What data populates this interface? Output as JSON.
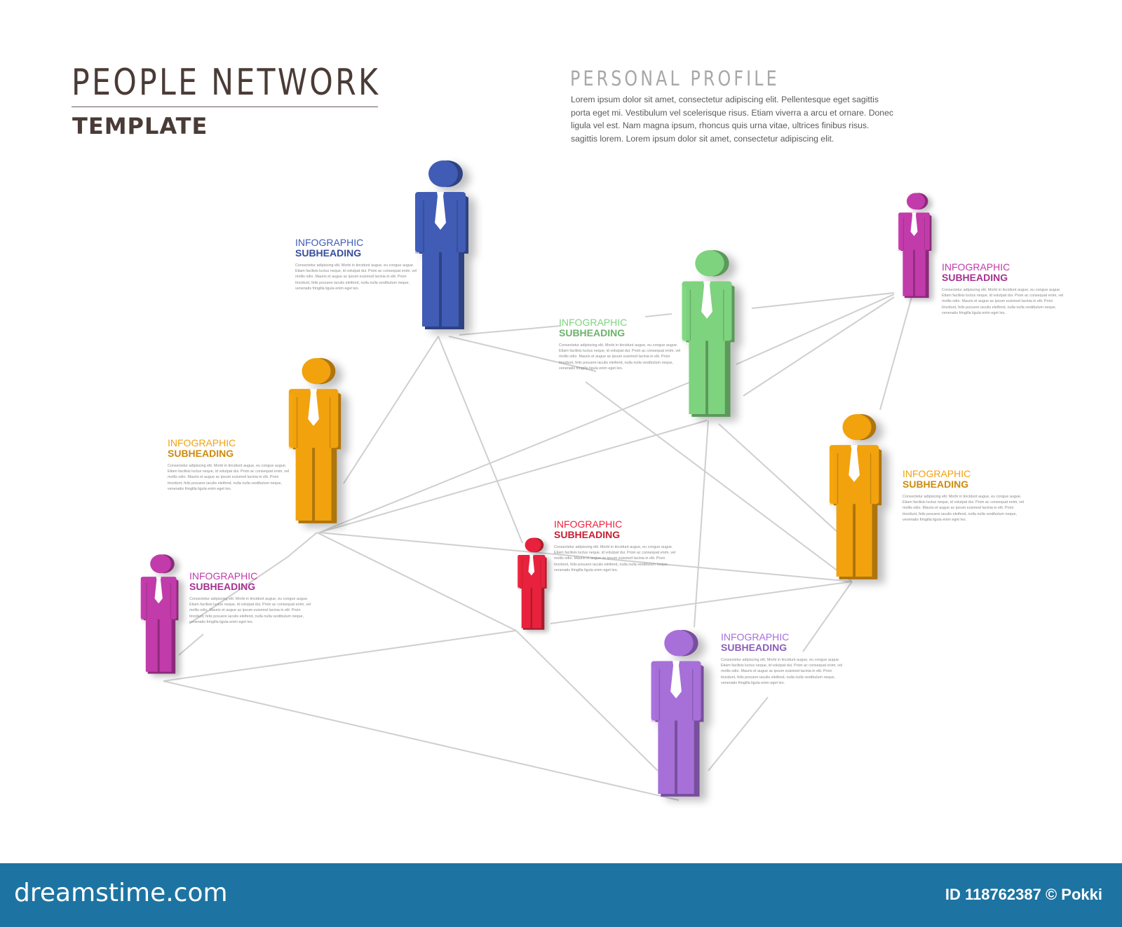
{
  "header": {
    "title": "PEOPLE NETWORK",
    "subtitle": "TEMPLATE"
  },
  "profile": {
    "heading": "PERSONAL PROFILE",
    "body": "Lorem ipsum dolor sit amet, consectetur adipiscing elit. Pellentesque eget sagittis porta eget mi. Vestibulum vel scelerisque risus. Etiam viverra a arcu et ornare. Donec ligula vel est. Nam magna ipsum, rhoncus quis urna vitae, ultrices finibus risus. sagittis lorem. Lorem ipsum dolor sit amet, consectetur adipiscing elit."
  },
  "nodes": [
    {
      "id": "blue",
      "color": "#3f5bb5",
      "heading": "INFOGRAPHIC",
      "subheading": "SUBHEADING",
      "body": "Consectetur adipiscing elit. Morbi in tincidunt augue, eu congue augue. Etiam facilisis luctus neque, id volutpat dui. Proin ac consequat enim, vel mollis odio. Mauris et augue ac ipsum euismod lacinia in elit. Proin tincidunt, felis posuere iaculis eleifend, nulla nulla vestibulum neque, venenatis fringilla ligula enim eget leo."
    },
    {
      "id": "green",
      "color": "#7ed37e",
      "heading": "INFOGRAPHIC",
      "subheading": "SUBHEADING",
      "body": "Consectetur adipiscing elit. Morbi in tincidunt augue, eu congue augue. Etiam facilisis luctus neque, id volutpat dui. Proin ac consequat enim, vel mollis odio. Mauris et augue ac ipsum euismod lacinia in elit. Proin tincidunt, felis posuere iaculis eleifend, nulla nulla vestibulum neque, venenatis fringilla ligula enim eget leo."
    },
    {
      "id": "magenta-top",
      "color": "#c23aaa",
      "heading": "INFOGRAPHIC",
      "subheading": "SUBHEADING",
      "body": "Consectetur adipiscing elit. Morbi in tincidunt augue, eu congue augue. Etiam facilisis luctus neque, id volutpat dui. Proin ac consequat enim, vel mollis odio. Mauris et augue ac ipsum euismod lacinia in elit. Proin tincidunt, felis posuere iaculis eleifend, nulla nulla vestibulum neque, venenatis fringilla ligula enim eget leo."
    },
    {
      "id": "orange-left",
      "color": "#f2a20f",
      "heading": "INFOGRAPHIC",
      "subheading": "SUBHEADING",
      "body": "Consectetur adipiscing elit. Morbi in tincidunt augue, eu congue augue. Etiam facilisis luctus neque, id volutpat dui. Proin ac consequat enim, vel mollis odio. Mauris et augue ac ipsum euismod lacinia in elit. Proin tincidunt, felis posuere iaculis eleifend, nulla nulla vestibulum neque, venenatis fringilla ligula enim eget leo."
    },
    {
      "id": "orange-right",
      "color": "#f2a20f",
      "heading": "INFOGRAPHIC",
      "subheading": "SUBHEADING",
      "body": "Consectetur adipiscing elit. Morbi in tincidunt augue, eu congue augue. Etiam facilisis luctus neque, id volutpat dui. Proin ac consequat enim, vel mollis odio. Mauris et augue ac ipsum euismod lacinia in elit. Proin tincidunt, felis posuere iaculis eleifend, nulla nulla vestibulum neque, venenatis fringilla ligula enim eget leo."
    },
    {
      "id": "red",
      "color": "#e8243c",
      "heading": "INFOGRAPHIC",
      "subheading": "SUBHEADING",
      "body": "Consectetur adipiscing elit. Morbi in tincidunt augue, eu congue augue. Etiam facilisis luctus neque, id volutpat dui. Proin ac consequat enim, vel mollis odio. Mauris et augue ac ipsum euismod lacinia in elit. Proin tincidunt, felis posuere iaculis eleifend, nulla nulla vestibulum neque, venenatis fringilla ligula enim eget leo."
    },
    {
      "id": "magenta-left",
      "color": "#c23aaa",
      "heading": "INFOGRAPHIC",
      "subheading": "SUBHEADING",
      "body": "Consectetur adipiscing elit. Morbi in tincidunt augue, eu congue augue. Etiam facilisis luctus neque, id volutpat dui. Proin ac consequat enim, vel mollis odio. Mauris et augue ac ipsum euismod lacinia in elit. Proin tincidunt, felis posuere iaculis eleifend, nulla nulla vestibulum neque, venenatis fringilla ligula enim eget leo."
    },
    {
      "id": "purple",
      "color": "#a66fd8",
      "heading": "INFOGRAPHIC",
      "subheading": "SUBHEADING",
      "body": "Consectetur adipiscing elit. Morbi in tincidunt augue, eu congue augue. Etiam facilisis luctus neque, id volutpat dui. Proin ac consequat enim, vel mollis odio. Mauris et augue ac ipsum euismod lacinia in elit. Proin tincidunt, felis posuere iaculis eleifend, nulla nulla vestibulum neque, venenatis fringilla ligula enim eget leo."
    }
  ],
  "connections": [
    [
      "blue",
      "green"
    ],
    [
      "blue",
      "orange-left"
    ],
    [
      "blue",
      "red"
    ],
    [
      "blue",
      "orange-right"
    ],
    [
      "blue",
      "green-base"
    ],
    [
      "green",
      "magenta-top"
    ],
    [
      "green",
      "orange-left"
    ],
    [
      "green",
      "red"
    ],
    [
      "green",
      "purple"
    ],
    [
      "green",
      "orange-right"
    ],
    [
      "magenta-top",
      "orange-right"
    ],
    [
      "magenta-top",
      "orange-left"
    ],
    [
      "orange-left",
      "red"
    ],
    [
      "orange-left",
      "magenta-left"
    ],
    [
      "orange-left",
      "orange-right"
    ],
    [
      "red",
      "orange-right"
    ],
    [
      "red",
      "magenta-left"
    ],
    [
      "red",
      "purple"
    ],
    [
      "orange-right",
      "purple"
    ],
    [
      "magenta-left",
      "purple"
    ]
  ],
  "footer": {
    "logo": "dreamstime.com",
    "id_text": "ID 118762387 © Pokki"
  }
}
